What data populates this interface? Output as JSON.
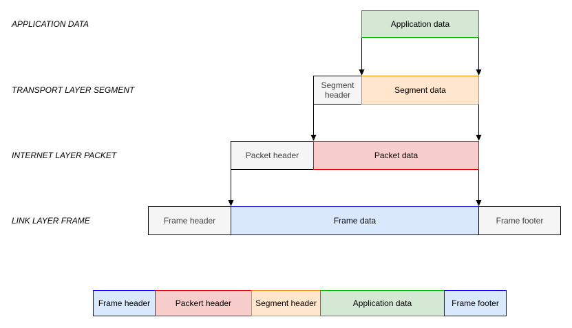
{
  "palette": {
    "background": "#ffffff",
    "gray_fill": "#f5f5f5",
    "gray_border": "#000000",
    "gray_text": "#404040",
    "green_fill": "#d5e8d4",
    "green_border": "#00bb00",
    "orange_fill": "#ffe6cc",
    "orange_border": "#f08c00",
    "red_fill": "#f8cecc",
    "red_border": "#ee0000",
    "blue_fill": "#dae8fc",
    "blue_border": "#0000ee",
    "arrow_color": "#000000",
    "label_color": "#000000"
  },
  "layers": [
    {
      "label": "APPLICATION DATA",
      "boxes": [
        {
          "text": "Application data",
          "style": "green"
        }
      ]
    },
    {
      "label": "TRANSPORT LAYER SEGMENT",
      "boxes": [
        {
          "text": "Segment header",
          "style": "gray"
        },
        {
          "text": "Segment data",
          "style": "orange"
        }
      ]
    },
    {
      "label": "INTERNET LAYER PACKET",
      "boxes": [
        {
          "text": "Packet header",
          "style": "gray"
        },
        {
          "text": "Packet data",
          "style": "red"
        }
      ]
    },
    {
      "label": "LINK LAYER FRAME",
      "boxes": [
        {
          "text": "Frame header",
          "style": "gray"
        },
        {
          "text": "Frame data",
          "style": "blue"
        },
        {
          "text": "Frame footer",
          "style": "gray"
        }
      ]
    }
  ],
  "encapsulated_frame": {
    "boxes": [
      {
        "text": "Frame header",
        "style": "blue"
      },
      {
        "text": "Packert header",
        "style": "red"
      },
      {
        "text": "Segment header",
        "style": "orange"
      },
      {
        "text": "Application data",
        "style": "green"
      },
      {
        "text": "Frame footer",
        "style": "blue"
      }
    ]
  }
}
